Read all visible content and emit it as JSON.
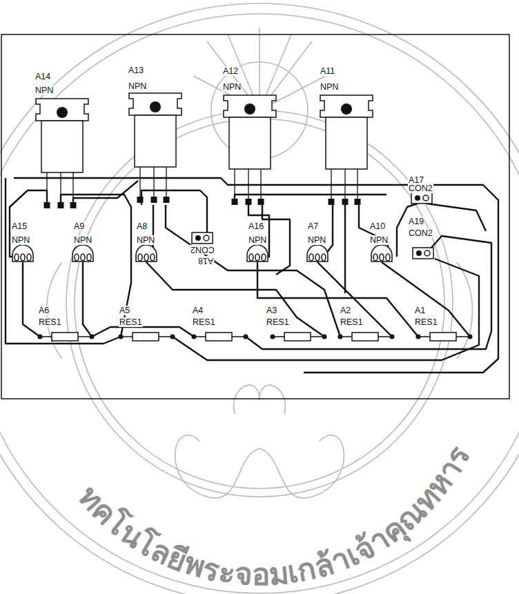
{
  "diagram": {
    "labels": [
      "A14",
      "NPN",
      "A13",
      "NPN",
      "A12",
      "NPN",
      "A11",
      "NPN",
      "A17",
      "CON2",
      "A15",
      "NPN",
      "A9",
      "NPN",
      "A8",
      "NPN",
      "A18",
      "CON2",
      "A16",
      "NPN",
      "A7",
      "NPN",
      "A10",
      "NPN",
      "A19",
      "CON2",
      "A6",
      "RES1",
      "A5",
      "RES1",
      "A4",
      "RES1",
      "A3",
      "RES1",
      "A2",
      "RES1",
      "A1",
      "RES1",
      "ทคโนโลยีพระจอมเกล้าเจ้าคุณทหาร"
    ]
  }
}
